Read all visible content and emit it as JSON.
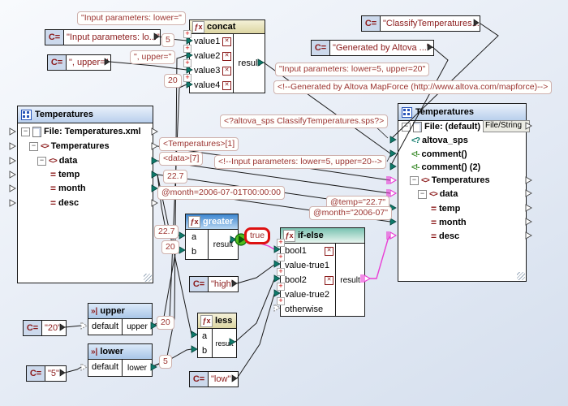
{
  "app": {
    "tool": "MapForce mapping canvas"
  },
  "icons": {
    "collapse": "−",
    "constant_prefix": "C=",
    "fx": "ƒx",
    "input_param": "»|",
    "element": "<>",
    "attribute": "=",
    "pi": "<?",
    "comment": "<!-",
    "play": "▶"
  },
  "left_tree": {
    "title": "Temperatures",
    "rows": [
      "File: Temperatures.xml",
      "Temperatures",
      "data",
      "temp",
      "month",
      "desc"
    ]
  },
  "right_tree": {
    "title": "Temperatures",
    "file_button": "File/String",
    "rows": [
      "File: (default)",
      "altova_sps",
      "comment()",
      "comment() (2)",
      "Temperatures",
      "data",
      "temp",
      "month",
      "desc"
    ]
  },
  "functions": {
    "concat": {
      "title": "concat",
      "inputs": [
        "value1",
        "value2",
        "value3",
        "value4"
      ],
      "output": "result"
    },
    "greater": {
      "title": "greater",
      "inputs": [
        "a",
        "b"
      ],
      "output": "result"
    },
    "less": {
      "title": "less",
      "inputs": [
        "a",
        "b"
      ],
      "output": "result"
    },
    "ifelse": {
      "title": "if-else",
      "inputs": [
        "bool1",
        "value-true1",
        "bool2",
        "value-true2",
        "otherwise"
      ],
      "output": "result"
    },
    "upper": {
      "title": "upper",
      "input": "default",
      "output": "upper"
    },
    "lower": {
      "title": "lower",
      "input": "default",
      "output": "lower"
    }
  },
  "constants": [
    {
      "value": "\"Input parameters: lo...\""
    },
    {
      "value": "\", upper=\""
    },
    {
      "value": "\"ClassifyTemperatures...\""
    },
    {
      "value": "\"Generated by Altova ...\""
    },
    {
      "value": "\"high\""
    },
    {
      "value": "\"low\""
    },
    {
      "value": "\"20\""
    },
    {
      "value": "\"5\""
    }
  ],
  "annotations": [
    {
      "text": "\"Input parameters: lower=\""
    },
    {
      "text": "5"
    },
    {
      "text": "\", upper=\""
    },
    {
      "text": "20"
    },
    {
      "text": "\"Input parameters: lower=5, upper=20\""
    },
    {
      "text": "<!--Generated by Altova MapForce (http://www.altova.com/mapforce)-->"
    },
    {
      "text": "<?altova_sps ClassifyTemperatures.sps?>"
    },
    {
      "text": "<Temperatures>[1]"
    },
    {
      "text": "<data>[7]"
    },
    {
      "text": "<!--Input parameters: lower=5, upper=20-->"
    },
    {
      "text": "22.7"
    },
    {
      "text": "@month=2006-07-01T00:00:00"
    },
    {
      "text": "@temp=\"22.7\""
    },
    {
      "text": "@month=\"2006-07\""
    },
    {
      "text": "22.7"
    },
    {
      "text": "20"
    },
    {
      "text": "20"
    },
    {
      "text": "5"
    },
    {
      "text": "true"
    }
  ],
  "colors": {
    "connection": "#1a1a1a",
    "selected_connection": "#e93fd5",
    "port_connected": "#0e7a6b",
    "annotation_text": "#9c3532",
    "highlight_border": "#dd1111"
  }
}
